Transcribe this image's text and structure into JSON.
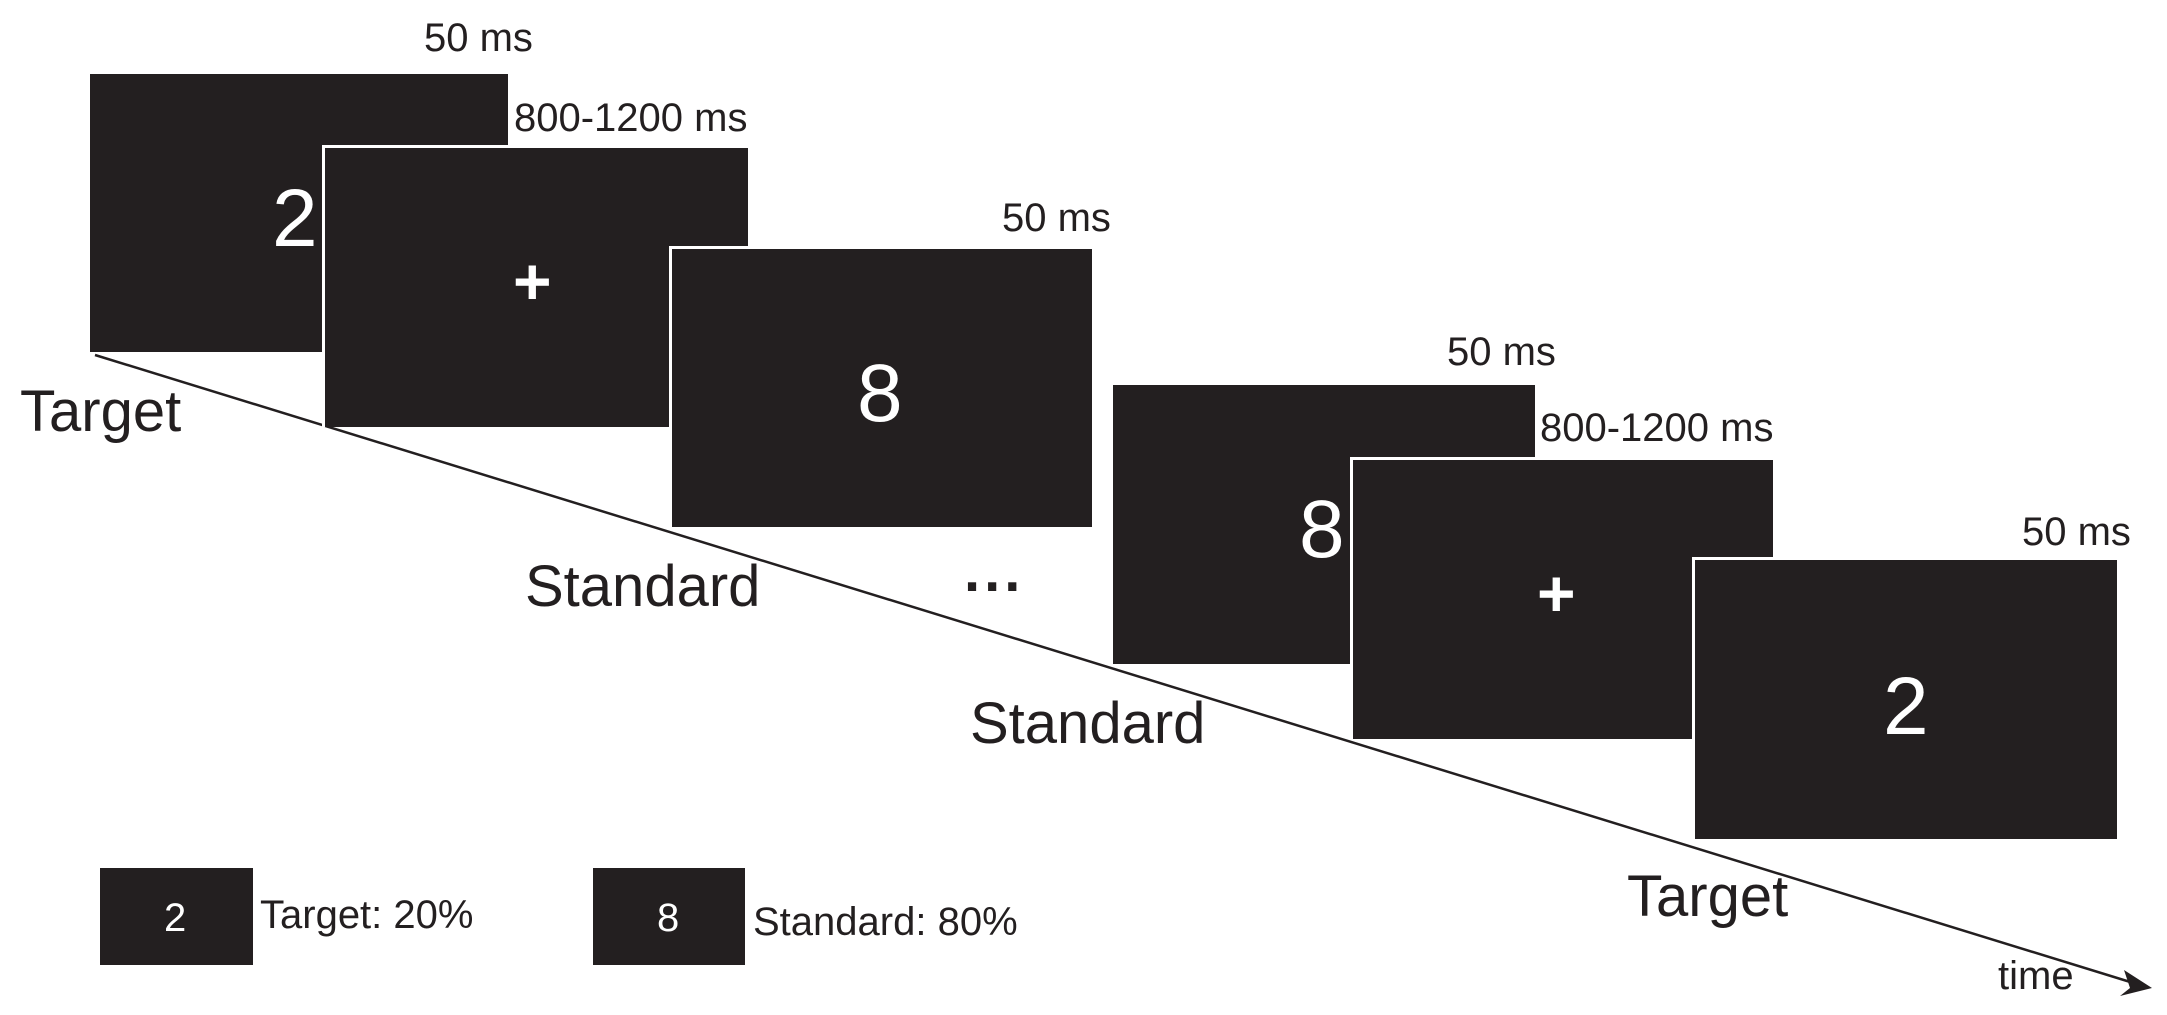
{
  "trial_1": {
    "target_digit": "2",
    "target_duration": "50 ms",
    "fixation_symbol": "+",
    "fixation_duration": "800-1200 ms",
    "standard_digit": "8",
    "standard_duration": "50 ms",
    "label_target": "Target",
    "label_standard": "Standard"
  },
  "ellipsis": "...",
  "trial_2": {
    "standard_digit": "8",
    "standard_duration": "50 ms",
    "fixation_symbol": "+",
    "fixation_duration": "800-1200 ms",
    "target_digit": "2",
    "target_duration": "50 ms",
    "label_standard": "Standard",
    "label_target": "Target"
  },
  "axis_label": "time",
  "legend": [
    {
      "digit": "2",
      "label": "Target: 20%"
    },
    {
      "digit": "8",
      "label": "Standard: 80%"
    }
  ],
  "colors": {
    "screen": "#231f20",
    "stimulus": "#ffffff",
    "text": "#231f20"
  }
}
